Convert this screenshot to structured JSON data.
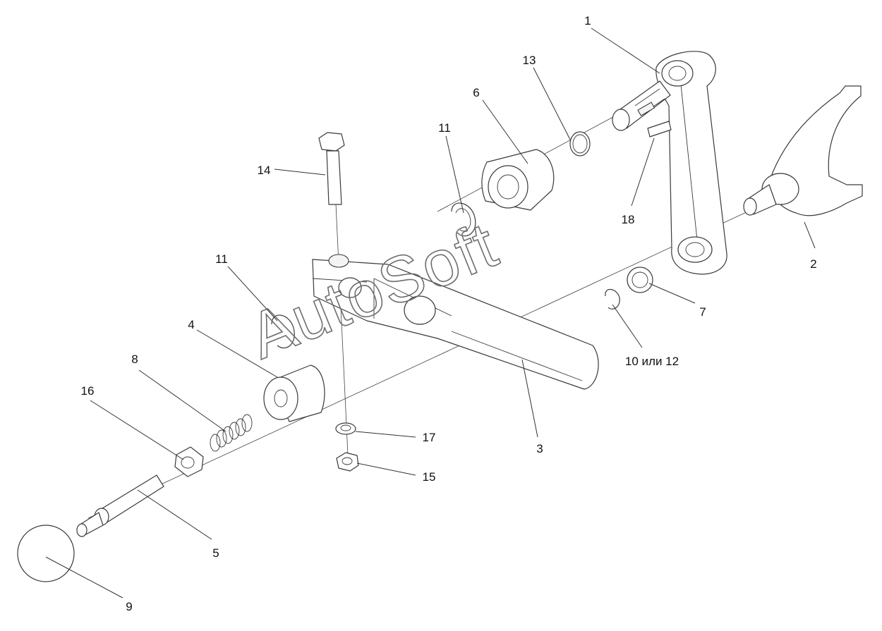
{
  "callouts": {
    "c1": "1",
    "c2": "2",
    "c3": "3",
    "c4": "4",
    "c5": "5",
    "c6": "6",
    "c7": "7",
    "c8": "8",
    "c9": "9",
    "c10": "10 или 12",
    "c11a": "11",
    "c11b": "11",
    "c13": "13",
    "c14": "14",
    "c15": "15",
    "c16": "16",
    "c17": "17",
    "c18": "18"
  },
  "watermark": "AutoSoft"
}
